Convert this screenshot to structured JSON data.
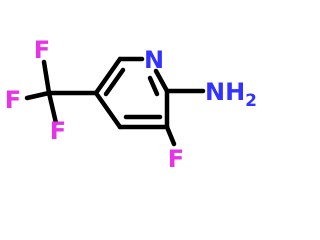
{
  "molecule": {
    "atoms": {
      "ring_n": {
        "text": "N",
        "color": "#3333ff"
      },
      "amine_n": {
        "text": "NH",
        "sub": "2",
        "color": "#3333ff"
      },
      "ring_f": {
        "text": "F",
        "color": "#e533e5"
      },
      "cf3_f_top": {
        "text": "F",
        "color": "#e533e5"
      },
      "cf3_f_left": {
        "text": "F",
        "color": "#e533e5"
      },
      "cf3_f_bottom": {
        "text": "F",
        "color": "#e533e5"
      }
    },
    "bond_color": "#000000"
  }
}
